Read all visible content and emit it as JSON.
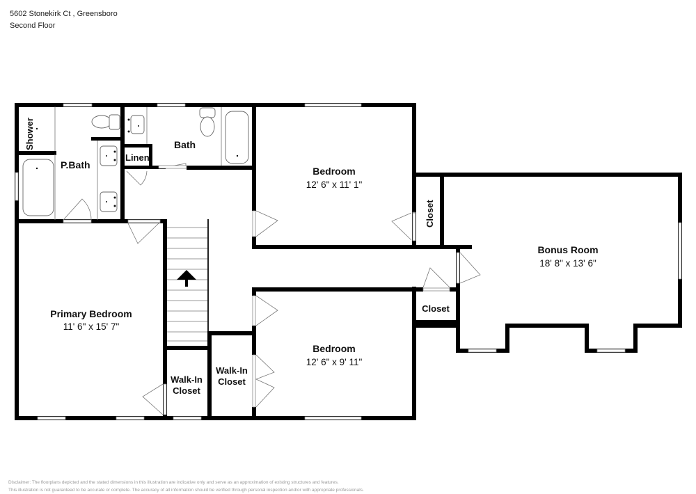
{
  "header": {
    "address": "5602 Stonekirk Ct , Greensboro",
    "floor": "Second Floor"
  },
  "rooms": {
    "shower": {
      "name": "Shower"
    },
    "pbath": {
      "name": "P.Bath"
    },
    "linen": {
      "name": "Linen"
    },
    "bath": {
      "name": "Bath"
    },
    "bedroom1": {
      "name": "Bedroom",
      "dims": "12' 6\" x 11' 1\""
    },
    "closet_upper": {
      "name": "Closet"
    },
    "bonus": {
      "name": "Bonus Room",
      "dims": "18' 8\" x 13' 6\""
    },
    "closet_lower": {
      "name": "Closet"
    },
    "primary": {
      "name": "Primary Bedroom",
      "dims": "11' 6\" x 15' 7\""
    },
    "walkin1": {
      "line1": "Walk-In",
      "line2": "Closet"
    },
    "walkin2": {
      "line1": "Walk-In",
      "line2": "Closet"
    },
    "bedroom2": {
      "name": "Bedroom",
      "dims": "12' 6\" x 9' 11\""
    }
  },
  "stairs": {
    "direction": "up"
  },
  "disclaimer": {
    "line1": "Disclaimer: The floorplans depicted and the stated dimensions in this illustration are indicative only and serve as an approximation of existing structures and features.",
    "line2": "This illustration is not guaranteed to be accurate or complete. The accuracy of all information should be verified through personal inspection and/or with appropriate professionals."
  },
  "colors": {
    "wall": "#000000",
    "background": "#ffffff",
    "fixture": "#666666"
  }
}
